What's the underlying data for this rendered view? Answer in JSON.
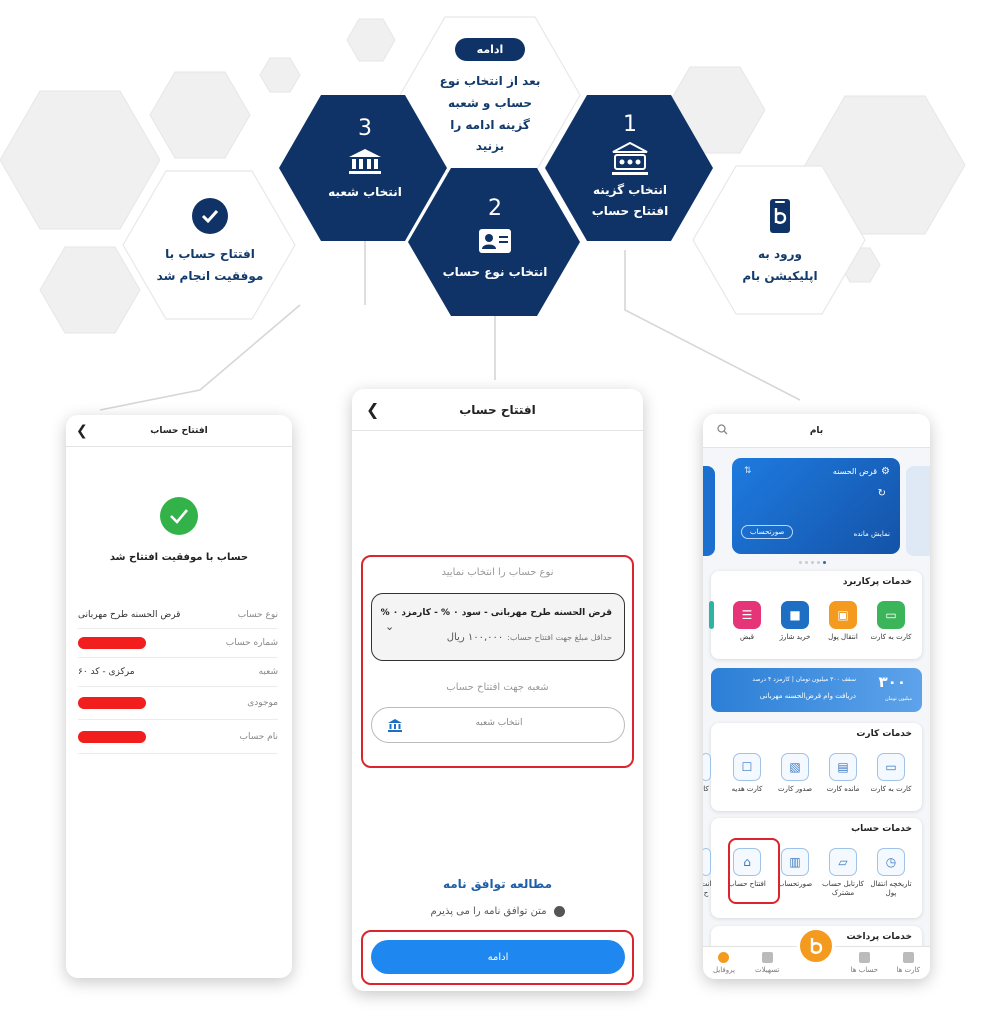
{
  "steps": {
    "continue_button": "ادامه",
    "continue_note": "بعد از انتخاب نوع حساب و شعبه گزینه ادامه را بزنید",
    "step1_number": "1",
    "step1_label": "انتخاب گزینه افتتاح حساب",
    "step2_number": "2",
    "step2_label": "انتخاب نوع حساب",
    "step3_number": "3",
    "step3_label": "انتخاب شعبه",
    "login_label": "ورود به اپلیکیشن بام",
    "success_label": "افتتاح حساب با موفقیت انجام شد"
  },
  "success_screen": {
    "title": "افتتاح حساب",
    "message": "حساب با موفقیت افتتاح شد",
    "rows": [
      {
        "label": "نوع حساب",
        "value": "قرض الحسنه طرح مهربانی",
        "redacted": false
      },
      {
        "label": "شماره حساب",
        "value": "",
        "redacted": true
      },
      {
        "label": "شعبه",
        "value": "مرکزی - کد ۶۰",
        "redacted": false
      },
      {
        "label": "موجودی",
        "value": "",
        "redacted": true
      },
      {
        "label": "نام حساب",
        "value": "",
        "redacted": true
      }
    ]
  },
  "form_screen": {
    "title": "افتتاح حساب",
    "account_type_prompt": "نوع حساب را انتخاب نمایید",
    "account_option_title": "قرض الحسنه طرح مهربانی - سود ۰ % - کارمزد ۰ %",
    "min_amount_label": "حداقل مبلغ جهت افتتاح حساب:",
    "min_amount_value": "۱۰۰,۰۰۰ ریال",
    "branch_prompt": "شعبه جهت افتتاح حساب",
    "branch_placeholder": "انتخاب شعبه",
    "agreement_title": "مطالعه توافق نامه",
    "agreement_check": "متن توافق نامه را می پذیرم",
    "continue_button": "ادامه"
  },
  "home_screen": {
    "app_title": "بام",
    "card_title": "قرض الحسنه",
    "card_show_balance": "نمایش مانده",
    "card_statement": "صورتحساب",
    "popular_title": "خدمات پرکاربرد",
    "popular_items": [
      "کارت به کارت",
      "انتقال پول",
      "خرید شارژ",
      "قبض"
    ],
    "banner_line1": "سقف ۳۰۰ میلیون تومان | کارمزد ۴ درصد",
    "banner_line2": "دریافت وام قرض‌الحسنه مهربانی",
    "banner_big": "۳۰۰",
    "banner_small": "میلیون تومان",
    "card_services_title": "خدمات کارت",
    "card_services": [
      "کارت به کارت",
      "مانده کارت",
      "صدور کارت",
      "کارت هدیه",
      "کا"
    ],
    "account_services_title": "خدمات حساب",
    "account_services": [
      "تاریخچه انتقال پول",
      "کارتابل حساب مشترک",
      "صورتحساب",
      "افتتاح حساب",
      "انت ح"
    ],
    "payment_services_title": "خدمات پرداخت",
    "tabs": [
      "کارت ها",
      "حساب ها",
      "تسهیلات",
      "پروفایل"
    ]
  },
  "colors": {
    "navy": "#0f3366",
    "accent": "#1e88f0",
    "highlight": "#d9262c",
    "success": "#34b24a",
    "logo_orange": "#f39a1f"
  }
}
